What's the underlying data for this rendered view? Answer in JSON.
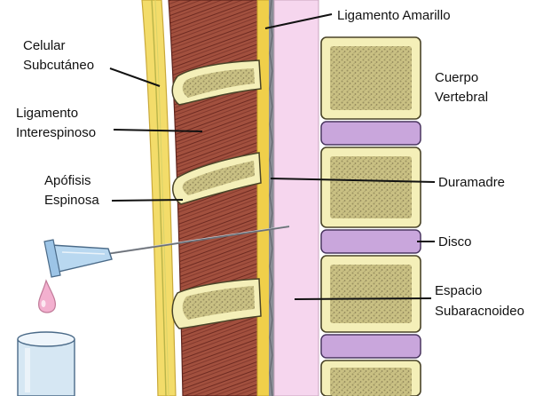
{
  "labels": {
    "celular_1": "Celular",
    "celular_2": "Subcutáneo",
    "ligamento_inter_1": "Ligamento",
    "ligamento_inter_2": "Interespinoso",
    "apofisis_1": "Apófisis",
    "apofisis_2": "Espinosa",
    "ligamento_amarillo": "Ligamento Amarillo",
    "cuerpo_1": "Cuerpo",
    "cuerpo_2": "Vertebral",
    "duramadre": "Duramadre",
    "disco": "Disco",
    "espacio_1": "Espacio",
    "espacio_2": "Subaracnoideo"
  },
  "colors": {
    "skin_yellow": "#f3dc6a",
    "fat_line": "#c7c24a",
    "ligament_red": "#9a4a3a",
    "ligament_dark": "#6e2b22",
    "ligamentum_flavum": "#f0cf4a",
    "dura_gray": "#8a8e96",
    "subarachnoid_pink": "#f6d6ee",
    "bone_cream": "#f4efb8",
    "bone_marrow": "#b7ae6e",
    "disc_purple": "#c9a6dc",
    "needle_blue": "#b9d8f0",
    "drop_pink": "#f3b0cf",
    "tube_blue": "#d6e7f3"
  }
}
